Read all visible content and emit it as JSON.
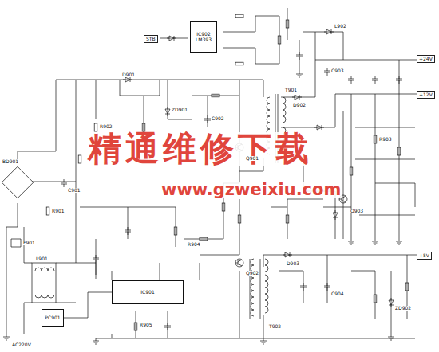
{
  "diagram": {
    "nodes": [
      {
        "text": [
          "IC901"
        ]
      },
      {
        "text": [
          "IC902",
          "LM393"
        ]
      },
      {
        "text": [
          "PC901"
        ]
      }
    ],
    "edges": [
      {
        "from": 2,
        "to": 0,
        "arrow": "none"
      }
    ],
    "labels": [
      "精通维修下载",
      "www.gzweixiu.com",
      "F901",
      "BD901",
      "L901",
      "R901",
      "C901",
      "T901",
      "T902",
      "Q901",
      "Q902",
      "D901",
      "ZD901",
      "R902",
      "C902",
      "D902",
      "C903",
      "L902",
      "R903",
      "Q903",
      "+24V",
      "+12V",
      "+5V",
      "STB",
      "AC220V",
      "D903",
      "C904",
      "R904",
      "R905",
      "ZD902"
    ]
  }
}
